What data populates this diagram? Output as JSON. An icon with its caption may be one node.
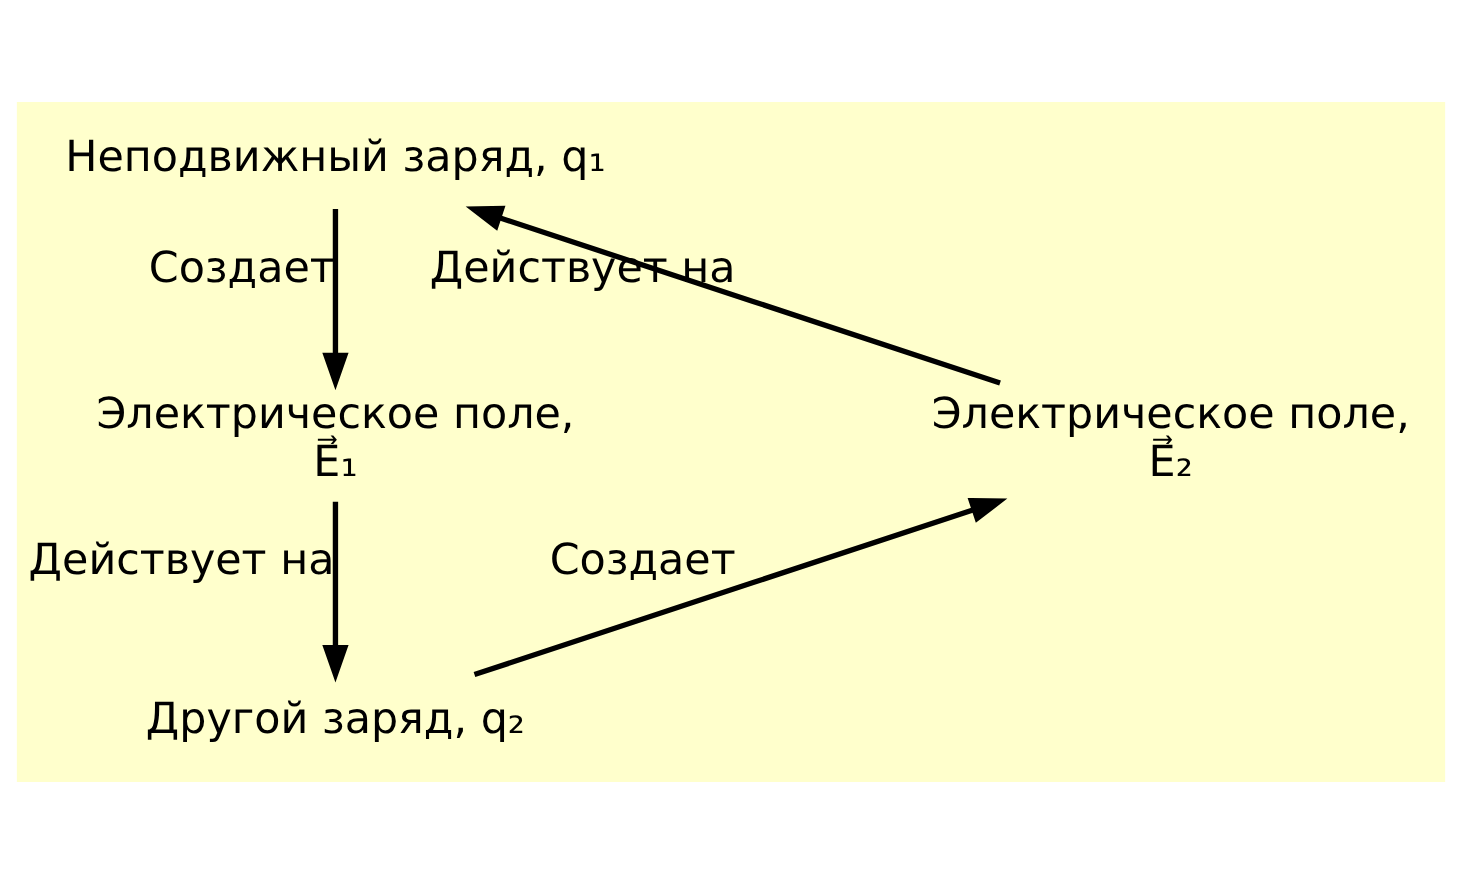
{
  "diagram": {
    "nodes": [
      {
        "text": [
          "Неподвижный заряд, q₁"
        ]
      },
      {
        "text": [
          "Электрическое поле,",
          "E⃗₁"
        ]
      },
      {
        "text": [
          "Электрическое поле,",
          "E⃗₂"
        ]
      },
      {
        "text": [
          "Другой заряд, q₂"
        ]
      }
    ],
    "edges": [
      {
        "from": 0,
        "to": 1,
        "arrow": "to",
        "label": "Создает"
      },
      {
        "from": 1,
        "to": 3,
        "arrow": "to",
        "label": "Действует на"
      },
      {
        "from": 3,
        "to": 2,
        "arrow": "to",
        "label": "Создает"
      },
      {
        "from": 2,
        "to": 0,
        "arrow": "to",
        "label": "Действует на"
      }
    ]
  }
}
